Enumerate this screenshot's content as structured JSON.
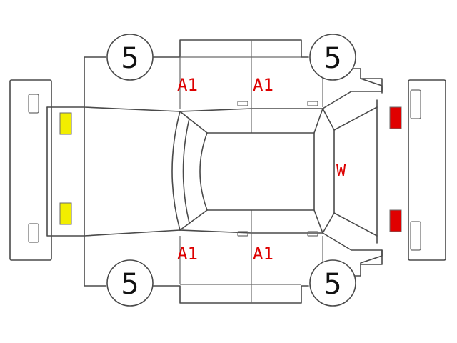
{
  "colors": {
    "outline": "#4a4a4a",
    "damage_text": "#dd0000",
    "front_light_fill": "#f2ee00",
    "rear_light_fill": "#e00000"
  },
  "tires": {
    "front_left": "5",
    "front_right": "5",
    "rear_left": "5",
    "rear_right": "5"
  },
  "damage_codes": {
    "front_left_door": "A1",
    "rear_left_door": "A1",
    "front_right_door": "A1",
    "rear_right_door": "A1",
    "rear_window": "W"
  }
}
